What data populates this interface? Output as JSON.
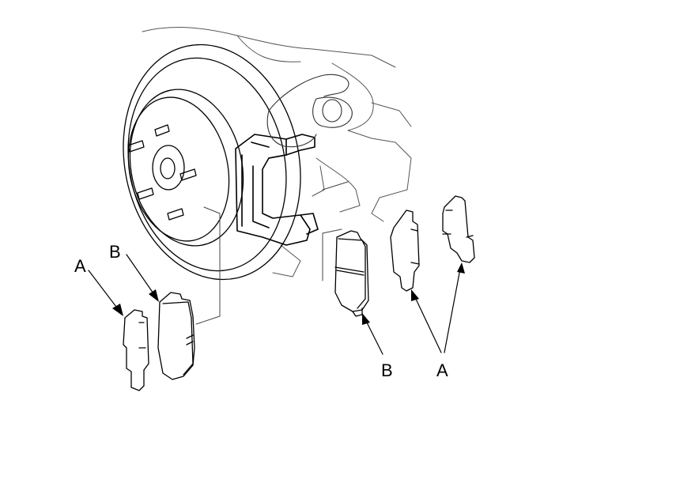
{
  "callouts": {
    "left_a": "A",
    "left_b": "B",
    "right_b": "B",
    "right_a": "A"
  }
}
